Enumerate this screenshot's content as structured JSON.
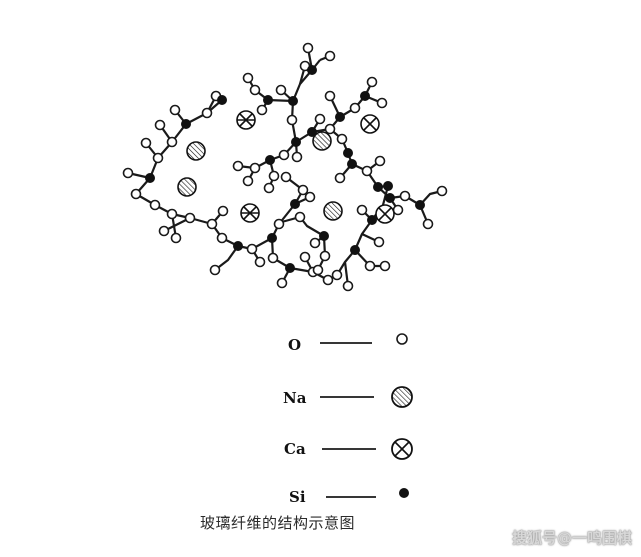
{
  "legend": {
    "items": [
      {
        "label": "O",
        "symbol": "open-circle-icon"
      },
      {
        "label": "Na",
        "symbol": "hatched-circle-icon"
      },
      {
        "label": "Ca",
        "symbol": "crossed-circle-icon"
      },
      {
        "label": "Si",
        "symbol": "filled-dot-icon"
      }
    ]
  },
  "caption": "玻璃纤维的结构示意图",
  "watermark": "搜狐号@一鸣围棋",
  "colors": {
    "line": "#1a1a1a",
    "watermark": "#d8d8d8"
  }
}
